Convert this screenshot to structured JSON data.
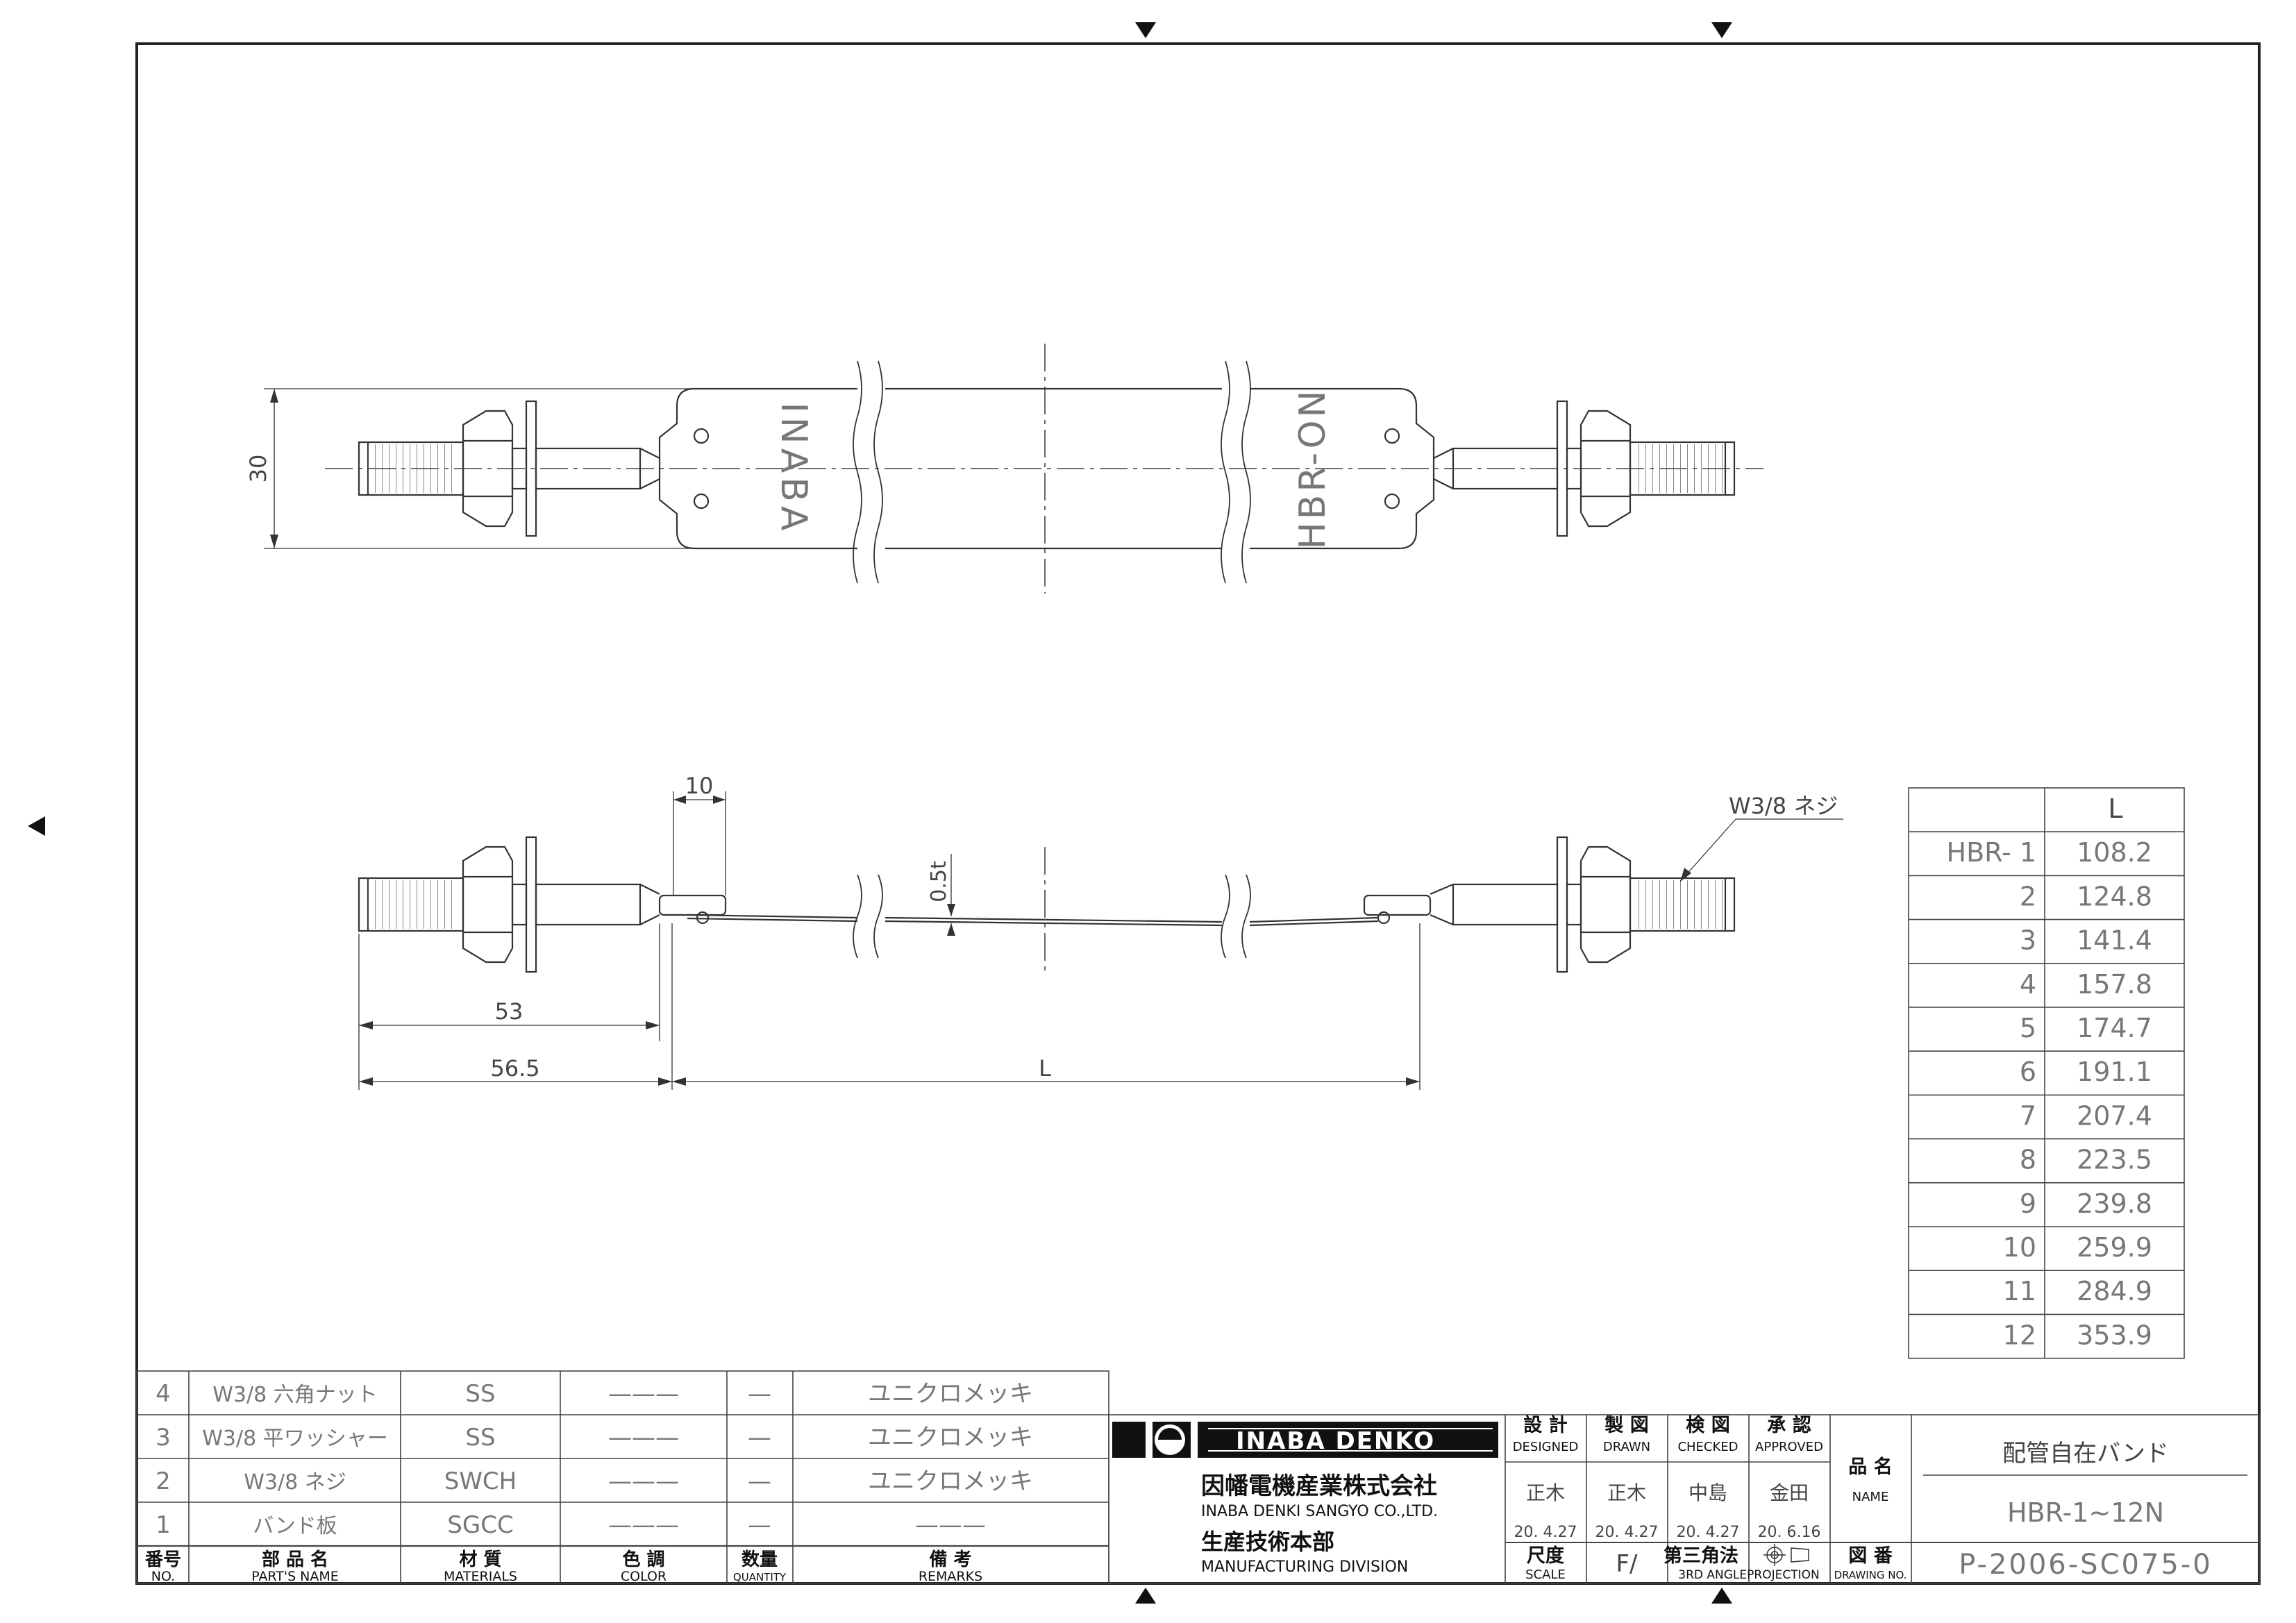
{
  "top_view": {
    "dim_height": "30",
    "label_left": "INABA",
    "label_right": "HBR-ON"
  },
  "side_view": {
    "dim_10": "10",
    "dim_thickness": "0.5t",
    "dim_53": "53",
    "dim_56_5": "56.5",
    "dim_L": "L",
    "thread_callout": "W3/8 ネジ"
  },
  "length_table": {
    "header": "L",
    "rows": [
      {
        "model": "HBR- 1",
        "L": "108.2"
      },
      {
        "model": "2",
        "L": "124.8"
      },
      {
        "model": "3",
        "L": "141.4"
      },
      {
        "model": "4",
        "L": "157.8"
      },
      {
        "model": "5",
        "L": "174.7"
      },
      {
        "model": "6",
        "L": "191.1"
      },
      {
        "model": "7",
        "L": "207.4"
      },
      {
        "model": "8",
        "L": "223.5"
      },
      {
        "model": "9",
        "L": "239.8"
      },
      {
        "model": "10",
        "L": "259.9"
      },
      {
        "model": "11",
        "L": "284.9"
      },
      {
        "model": "12",
        "L": "353.9"
      }
    ]
  },
  "parts_list": {
    "rows": [
      {
        "no": "4",
        "name": "W3/8 六角ナット",
        "material": "SS",
        "color": "———",
        "qty": "—",
        "remarks": "ユニクロメッキ"
      },
      {
        "no": "3",
        "name": "W3/8 平ワッシャー",
        "material": "SS",
        "color": "———",
        "qty": "—",
        "remarks": "ユニクロメッキ"
      },
      {
        "no": "2",
        "name": "W3/8 ネジ",
        "material": "SWCH",
        "color": "———",
        "qty": "—",
        "remarks": "ユニクロメッキ"
      },
      {
        "no": "1",
        "name": "バンド板",
        "material": "SGCC",
        "color": "———",
        "qty": "—",
        "remarks": "———"
      }
    ],
    "headers": {
      "no_jp": "番号",
      "no_en": "NO.",
      "name_jp": "部 品 名",
      "name_en": "PART'S NAME",
      "material_jp": "材 質",
      "material_en": "MATERIALS",
      "color_jp": "色 調",
      "color_en": "COLOR",
      "qty_jp": "数量",
      "qty_en": "QUANTITY",
      "remarks_jp": "備 考",
      "remarks_en": "REMARKS"
    }
  },
  "title_block": {
    "logo_text": "INABA DENKO",
    "company_jp": "因幡電機産業株式会社",
    "company_en": "INABA DENKI SANGYO CO.,LTD.",
    "division_jp": "生産技術本部",
    "division_en": "MANUFACTURING DIVISION",
    "designed_jp": "設 計",
    "designed_en": "DESIGNED",
    "drawn_jp": "製 図",
    "drawn_en": "DRAWN",
    "checked_jp": "検 図",
    "checked_en": "CHECKED",
    "approved_jp": "承 認",
    "approved_en": "APPROVED",
    "designed_by": "正木",
    "drawn_by": "正木",
    "checked_by": "中島",
    "approved_by": "金田",
    "designed_date": "20. 4.27",
    "drawn_date": "20. 4.27",
    "checked_date": "20. 4.27",
    "approved_date": "20. 6.16",
    "scale_jp": "尺度",
    "scale_en": "SCALE",
    "scale_value": "F/",
    "projection_jp": "第三角法",
    "projection_en": "3RD ANGLEPROJECTION",
    "name_jp": "品 名",
    "name_en": "NAME",
    "product_name_jp": "配管自在バンド",
    "product_name_en": "HBR-1~12N",
    "drawing_no_jp": "図 番",
    "drawing_no_en": "DRAWING NO.",
    "drawing_no": "P-2006-SC075-0"
  }
}
